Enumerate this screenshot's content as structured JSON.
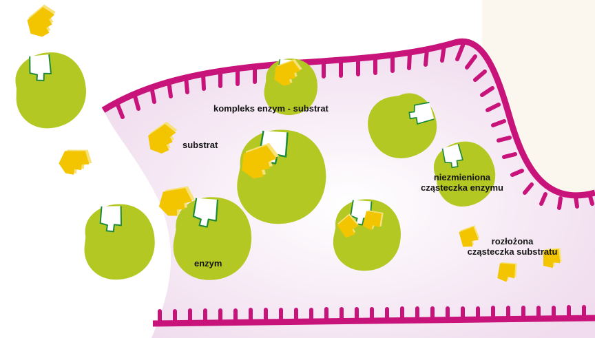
{
  "labels": {
    "complex": "kompleks enzym - substrat",
    "substrate": "substrat",
    "enzyme": "enzym",
    "unchanged_line1": "niezmieniona",
    "unchanged_line2": "cząsteczka enzymu",
    "degraded_line1": "rozłożona",
    "degraded_line2": "cząsteczka substratu"
  },
  "colors": {
    "membrane": "#c8137a",
    "cell_fill": "#f5e6f3",
    "enzyme": "#b4c824",
    "enzyme_edge": "#1f8a3a",
    "substrate": "#f2c500",
    "substrate_edge": "#f7e27a"
  }
}
